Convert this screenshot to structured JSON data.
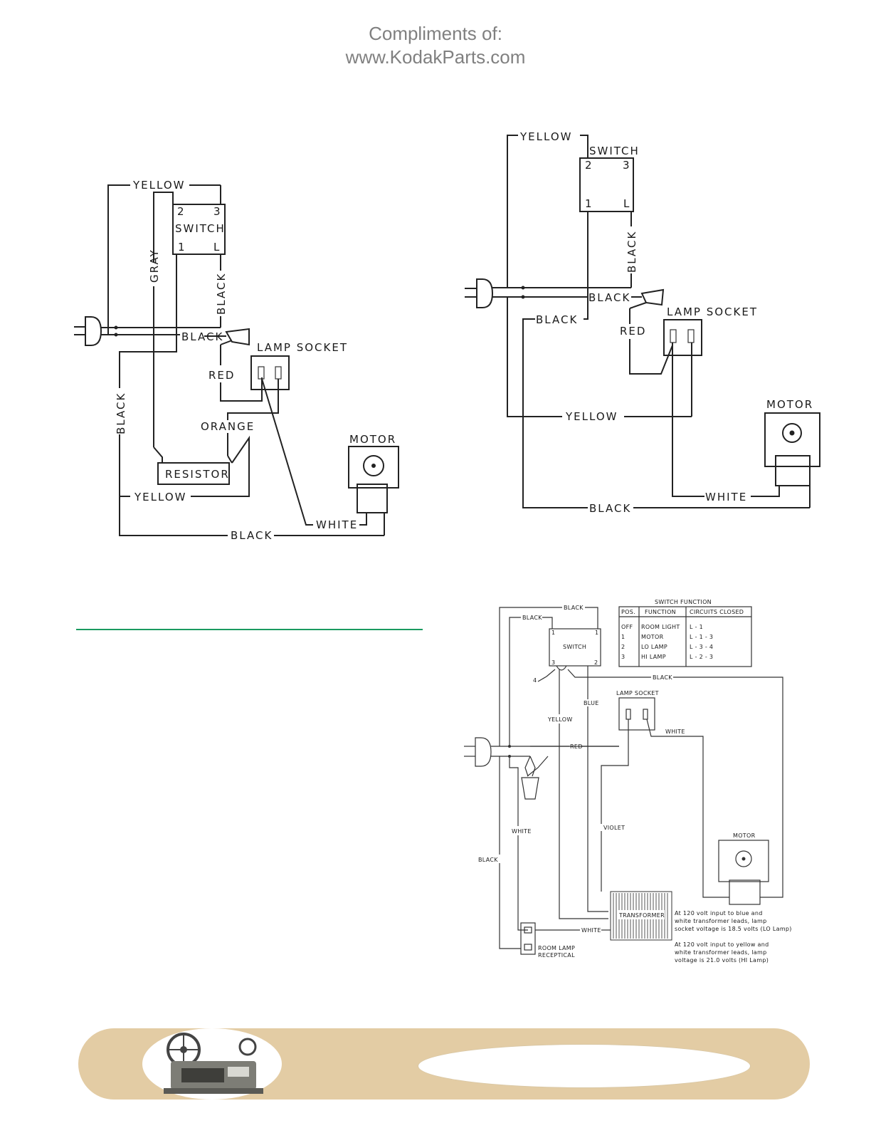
{
  "header": {
    "line1": "Compliments of:",
    "line2": "www.KodakParts.com"
  },
  "diagram_a": {
    "switch": "SWITCH",
    "pin1": "1",
    "pin2": "2",
    "pin3": "3",
    "pinL": "L",
    "yellow_top": "YELLOW",
    "gray": "GRAY",
    "black_switch": "BLACK",
    "black_plug": "BLACK",
    "lamp_socket": "LAMP  SOCKET",
    "red": "RED",
    "black_left": "BLACK",
    "orange": "ORANGE",
    "resistor": "RESISTOR",
    "motor": "MOTOR",
    "yellow_bottom": "YELLOW",
    "white": "WHITE",
    "black_bottom": "BLACK"
  },
  "diagram_b": {
    "yellow_top": "YELLOW",
    "switch": "SWITCH",
    "pin1": "1",
    "pin2": "2",
    "pin3": "3",
    "pinL": "L",
    "black_vert": "BLACK",
    "black_plug": "BLACK",
    "black_left": "BLACK",
    "lamp_socket": "LAMP  SOCKET",
    "red": "RED",
    "yellow_mid": "YELLOW",
    "motor": "MOTOR",
    "white": "WHITE",
    "black_bottom": "BLACK"
  },
  "diagram_c": {
    "black_top": "BLACK",
    "black_2": "BLACK",
    "switch": "SWITCH",
    "pin1a": "1",
    "pin1b": "1",
    "pin3": "3",
    "pin2": "2",
    "pin4": "4",
    "black_mid": "BLACK",
    "lamp_socket": "LAMP SOCKET",
    "blue": "BLUE",
    "yellow": "YELLOW",
    "white_right": "WHITE",
    "red": "RED",
    "white_left": "WHITE",
    "violet": "VIOLET",
    "black_left": "BLACK",
    "motor": "MOTOR",
    "transformer": "TRANSFORMER",
    "white_bottom": "WHITE",
    "room_lamp_1": "ROOM LAMP",
    "room_lamp_2": "RECEPTICAL",
    "note1": [
      "At 120 volt input to blue and",
      "white transformer leads, lamp",
      "socket voltage is 18.5 volts (LO Lamp)"
    ],
    "note2": [
      "At 120 volt input to yellow and",
      "white transformer leads, lamp",
      "voltage is 21.0 volts (HI Lamp)"
    ],
    "table": {
      "title": "SWITCH FUNCTION",
      "headers": [
        "POS.",
        "FUNCTION",
        "CIRCUITS CLOSED"
      ],
      "rows": [
        [
          "OFF",
          "ROOM LIGHT",
          "L - 1"
        ],
        [
          "1",
          "MOTOR",
          "L - 1 - 3"
        ],
        [
          "2",
          "LO LAMP",
          "L - 3 - 4"
        ],
        [
          "3",
          "HI LAMP",
          "L - 2 - 3"
        ]
      ]
    }
  },
  "colors": {
    "header_text": "#808080",
    "divider": "#1a9a60",
    "banner": "#e3cca4"
  },
  "icons": {
    "plug": "plug-icon",
    "projector": "projector-icon"
  }
}
